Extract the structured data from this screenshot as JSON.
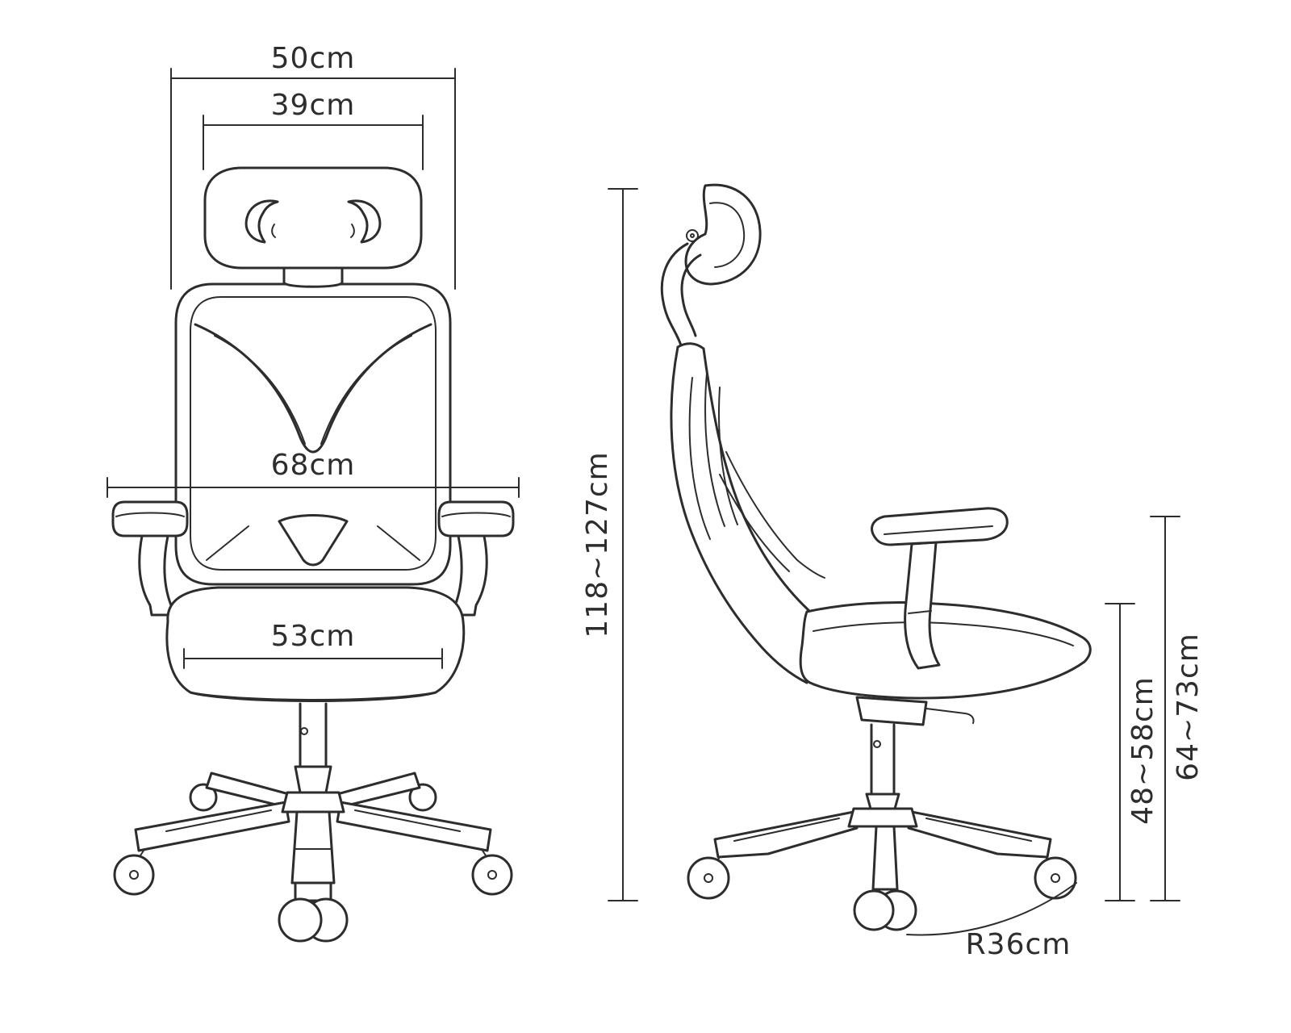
{
  "colors": {
    "background": "#ffffff",
    "line": "#2d2d2d",
    "text": "#2d2d2d"
  },
  "front_view": {
    "dim_headrest_frame_width": "50cm",
    "dim_headrest_width": "39cm",
    "dim_overall_width": "68cm",
    "dim_seat_width": "53cm"
  },
  "side_view": {
    "dim_overall_height": "118~127cm",
    "dim_seat_height": "48~58cm",
    "dim_armrest_height": "64~73cm",
    "dim_base_radius": "R36cm"
  }
}
